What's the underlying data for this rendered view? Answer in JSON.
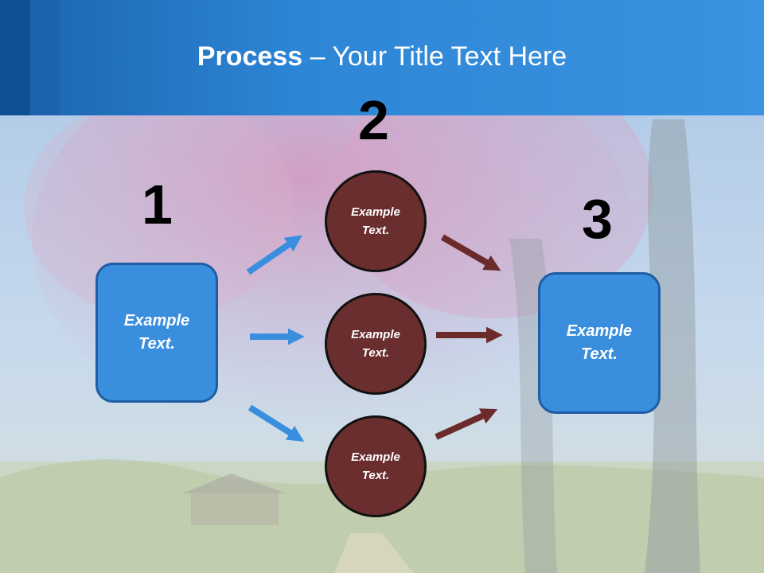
{
  "title": {
    "bold": "Process",
    "rest": " – Your Title Text Here"
  },
  "steps": {
    "one": "1",
    "two": "2",
    "three": "3"
  },
  "left_box": {
    "line1": "Example",
    "line2": "Text."
  },
  "right_box": {
    "line1": "Example",
    "line2": "Text."
  },
  "circles": [
    {
      "line1": "Example",
      "line2": "Text."
    },
    {
      "line1": "Example",
      "line2": "Text."
    },
    {
      "line1": "Example",
      "line2": "Text."
    }
  ],
  "colors": {
    "header_blue": "#2e86d6",
    "box_blue": "#3a8ede",
    "box_border": "#1e5da3",
    "circle_fill": "#6a2e2e",
    "blue_arrow": "#3a8ede",
    "brown_arrow": "#6b2b2b"
  }
}
